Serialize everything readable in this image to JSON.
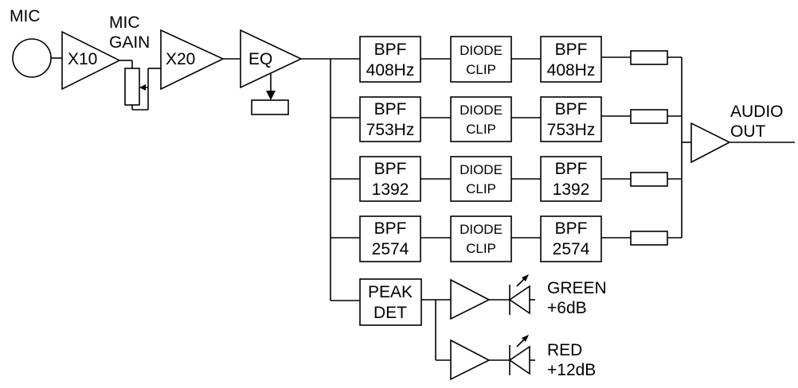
{
  "labels": {
    "mic": "MIC",
    "mic_gain_1": "MIC",
    "mic_gain_2": "GAIN",
    "audio_out_1": "AUDIO",
    "audio_out_2": "OUT",
    "green_1": "GREEN",
    "green_2": "+6dB",
    "red_1": "RED",
    "red_2": "+12dB"
  },
  "amps": {
    "x10": "X10",
    "x20": "X20",
    "eq": "EQ"
  },
  "channels": [
    {
      "bpf_1": "BPF",
      "bpf_2": "408Hz",
      "clip_1": "DIODE",
      "clip_2": "CLIP",
      "out_1": "BPF",
      "out_2": "408Hz"
    },
    {
      "bpf_1": "BPF",
      "bpf_2": "753Hz",
      "clip_1": "DIODE",
      "clip_2": "CLIP",
      "out_1": "BPF",
      "out_2": "753Hz"
    },
    {
      "bpf_1": "BPF",
      "bpf_2": "1392",
      "clip_1": "DIODE",
      "clip_2": "CLIP",
      "out_1": "BPF",
      "out_2": "1392"
    },
    {
      "bpf_1": "BPF",
      "bpf_2": "2574",
      "clip_1": "DIODE",
      "clip_2": "CLIP",
      "out_1": "BPF",
      "out_2": "2574"
    }
  ],
  "peak_det": {
    "line_1": "PEAK",
    "line_2": "DET"
  }
}
